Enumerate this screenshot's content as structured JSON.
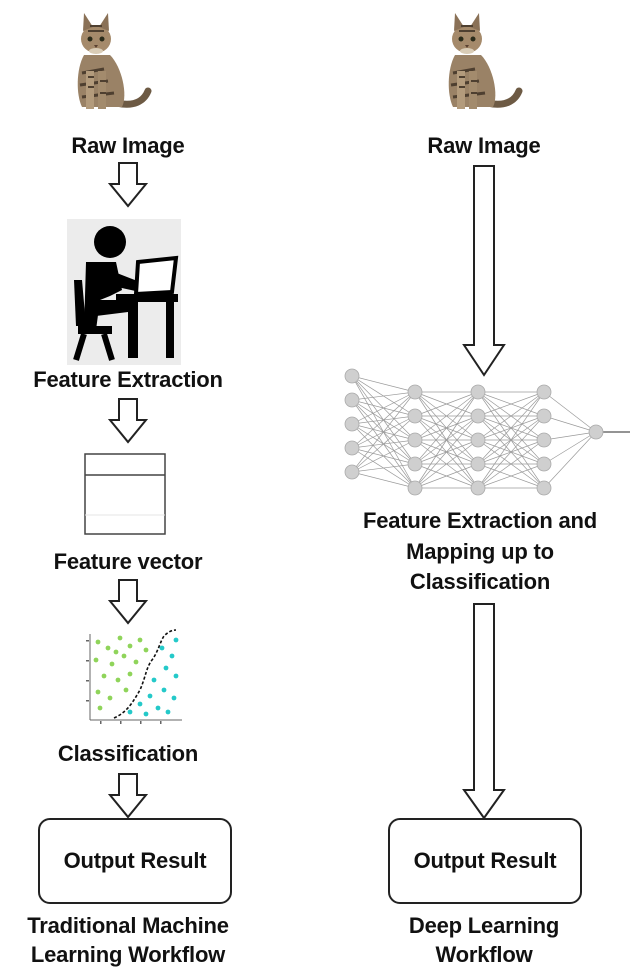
{
  "left_workflow": {
    "raw_image_label": "Raw Image",
    "feature_extraction_label": "Feature Extraction",
    "feature_vector_label": "Feature vector",
    "classification_label": "Classification",
    "output_label": "Output Result",
    "caption_line1": "Traditional Machine",
    "caption_line2": "Learning Workflow"
  },
  "right_workflow": {
    "raw_image_label": "Raw Image",
    "feature_mapping_line1": "Feature Extraction and",
    "feature_mapping_line2": "Mapping up to",
    "feature_mapping_line3": "Classification",
    "output_label": "Output Result",
    "caption_line1": "Deep Learning",
    "caption_line2": "Workflow"
  },
  "icons": {
    "cat": "cat-photo",
    "person_at_computer": "person-at-laptop-icon",
    "neural_network": "neural-network-icon",
    "feature_vector": "feature-vector-table",
    "scatter": "classification-scatter-icon"
  },
  "colors": {
    "scatter_green": "#8fd45a",
    "scatter_cyan": "#24c9c9",
    "node_gray": "#cfcfcf"
  }
}
